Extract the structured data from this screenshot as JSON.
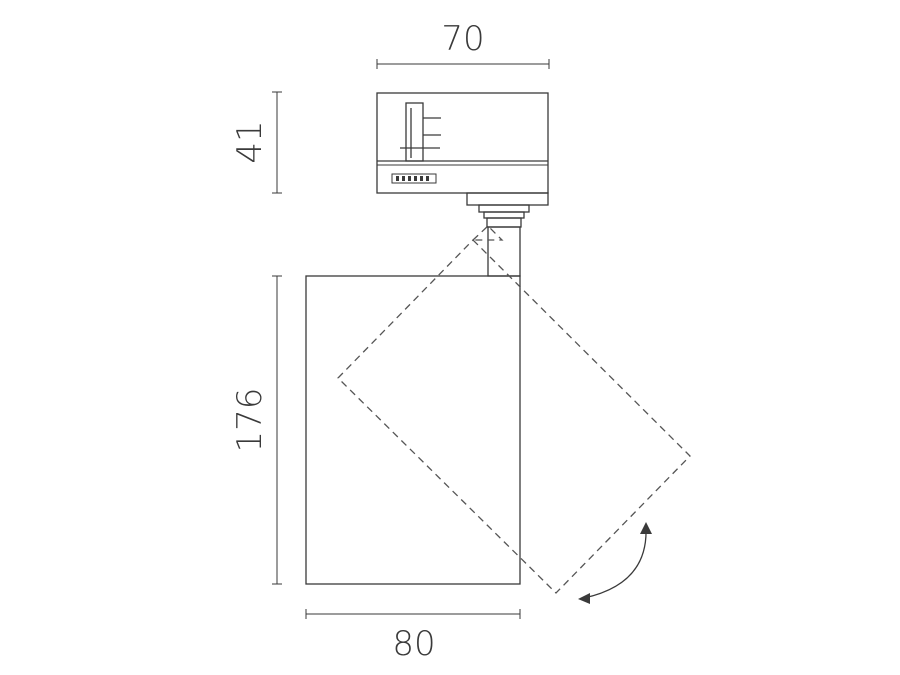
{
  "dimensions": {
    "adapter_width": "70",
    "adapter_height": "41",
    "body_height": "176",
    "body_width": "80"
  }
}
